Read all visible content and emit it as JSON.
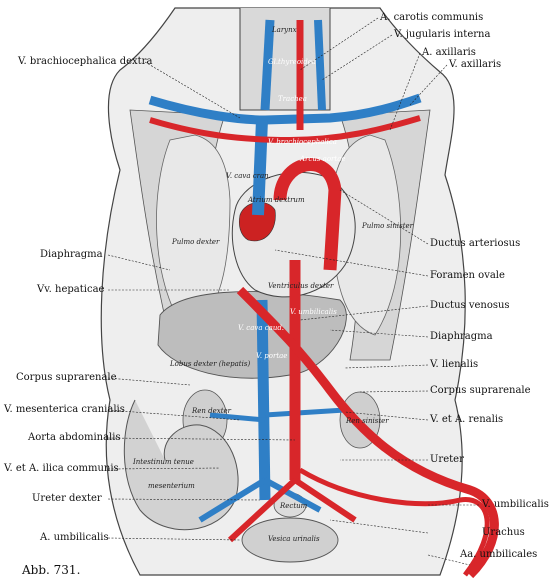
{
  "figure_label": "Abb. 731.",
  "labels_right": [
    {
      "id": "carotis",
      "text": "A. carotis communis"
    },
    {
      "id": "jugularis",
      "text": "V. jugularis interna"
    },
    {
      "id": "a_axillaris",
      "text": "A. axillaris"
    },
    {
      "id": "v_axillaris",
      "text": "V. axillaris"
    },
    {
      "id": "ductus_arteriosus",
      "text": "Ductus arteriosus"
    },
    {
      "id": "foramen_ovale",
      "text": "Foramen ovale"
    },
    {
      "id": "ductus_venosus",
      "text": "Ductus venosus"
    },
    {
      "id": "diaphragma_r",
      "text": "Diaphragma"
    },
    {
      "id": "lienalis",
      "text": "V. lienalis"
    },
    {
      "id": "suprarenale_r",
      "text": "Corpus suprarenale"
    },
    {
      "id": "renalis",
      "text": "V. et A. renalis"
    },
    {
      "id": "ureter",
      "text": "Ureter"
    },
    {
      "id": "v_umbilicalis",
      "text": "V. umbilicalis"
    },
    {
      "id": "urachus",
      "text": "Urachus"
    },
    {
      "id": "aa_umbilicales",
      "text": "Aa. umbilicales"
    }
  ],
  "labels_left": [
    {
      "id": "brachiocephalica",
      "text": "V. brachiocephalica dextra"
    },
    {
      "id": "diaphragma_l",
      "text": "Diaphragma"
    },
    {
      "id": "hepaticae",
      "text": "Vv. hepaticae"
    },
    {
      "id": "suprarenale_l",
      "text": "Corpus suprarenale"
    },
    {
      "id": "mesenterica",
      "text": "V. mesenterica cranialis"
    },
    {
      "id": "aorta_abd",
      "text": "Aorta abdominalis"
    },
    {
      "id": "ilica",
      "text": "V. et A. ilica communis"
    },
    {
      "id": "ureter_dexter",
      "text": "Ureter dexter"
    },
    {
      "id": "a_umbilicalis",
      "text": "A. umbilicalis"
    }
  ],
  "organ_labels": {
    "larynx": "Larynx",
    "thyreoidea": "Gl.thyreoidea",
    "trachea": "Trachea",
    "v_brachiocephalica": "V. brachiocephalica",
    "arcus_aortae": "Arcus aortae",
    "v_cava_cran": "V. cava cran.",
    "atrium_dextrum": "Atrium dextrum",
    "pulmo_dexter": "Pulmo dexter",
    "pulmo_sinister": "Pulmo sinister",
    "ventriculus_dexter": "Ventriculus dexter",
    "v_cava_caud": "V. cava caud.",
    "v_umbilicalis_in": "V. umbilicalis",
    "lobus_dexter": "Lobus dexter (hepatis)",
    "v_portae": "V. portae",
    "ren_dexter": "Ren dexter",
    "ren_sinister": "Ren sinister",
    "intestinum_tenue": "Intestinum tenue",
    "mesenterium": "mesenterium",
    "rectum": "Rectum",
    "vesica_urinalis": "Vesica urinalis"
  },
  "colors": {
    "artery": "#d8262a",
    "vein": "#2f7fc6",
    "tissue": "#cfcfcf",
    "outline": "#333333"
  }
}
